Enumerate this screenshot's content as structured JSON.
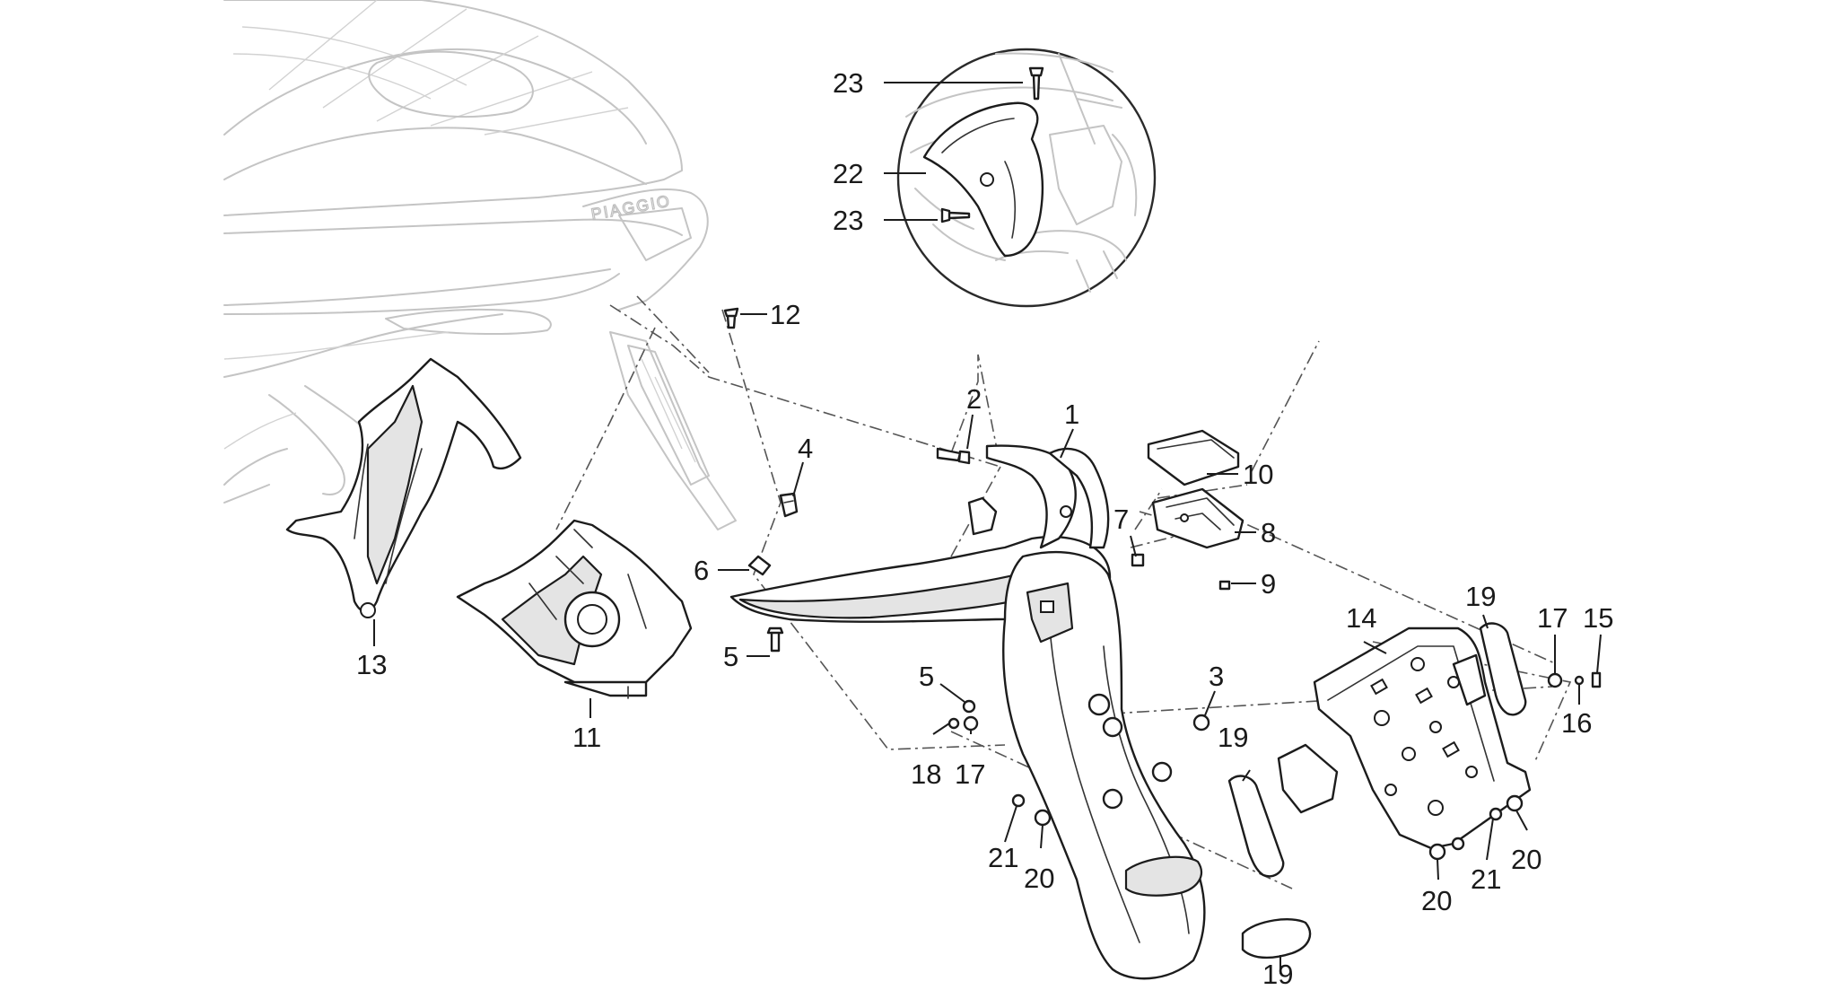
{
  "background_artwork": {
    "brand_lettering": "PIAGGIO"
  },
  "callouts": [
    {
      "id": "c23a",
      "text": "23"
    },
    {
      "id": "c22",
      "text": "22"
    },
    {
      "id": "c23b",
      "text": "23"
    },
    {
      "id": "c12",
      "text": "12"
    },
    {
      "id": "c2",
      "text": "2"
    },
    {
      "id": "c1",
      "text": "1"
    },
    {
      "id": "c4",
      "text": "4"
    },
    {
      "id": "c10",
      "text": "10"
    },
    {
      "id": "c7",
      "text": "7"
    },
    {
      "id": "c8",
      "text": "8"
    },
    {
      "id": "c9",
      "text": "9"
    },
    {
      "id": "c6",
      "text": "6"
    },
    {
      "id": "c5a",
      "text": "5"
    },
    {
      "id": "c13",
      "text": "13"
    },
    {
      "id": "c11",
      "text": "11"
    },
    {
      "id": "c19a",
      "text": "19"
    },
    {
      "id": "c14",
      "text": "14"
    },
    {
      "id": "c17a",
      "text": "17"
    },
    {
      "id": "c15",
      "text": "15"
    },
    {
      "id": "c16",
      "text": "16"
    },
    {
      "id": "c3",
      "text": "3"
    },
    {
      "id": "c5b",
      "text": "5"
    },
    {
      "id": "c18",
      "text": "18"
    },
    {
      "id": "c17b",
      "text": "17"
    },
    {
      "id": "c19b",
      "text": "19"
    },
    {
      "id": "c21a",
      "text": "21"
    },
    {
      "id": "c20a",
      "text": "20"
    },
    {
      "id": "c20b",
      "text": "20"
    },
    {
      "id": "c21b",
      "text": "21"
    },
    {
      "id": "c20c",
      "text": "20"
    },
    {
      "id": "c19c",
      "text": "19"
    }
  ]
}
